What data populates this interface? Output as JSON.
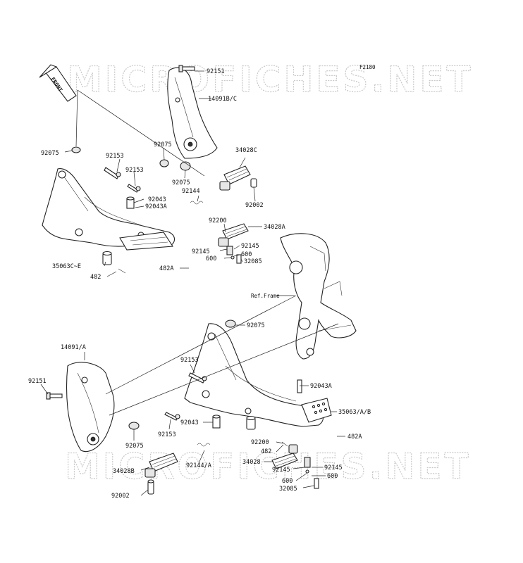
{
  "diagram_code": "F2180",
  "watermark": "MICROFICHES.NET",
  "front_arrow": "FRONT",
  "reference": "Ref.Frame",
  "labels": [
    {
      "id": "l01",
      "text": "92151"
    },
    {
      "id": "l02",
      "text": "14091B/C"
    },
    {
      "id": "l03",
      "text": "92075"
    },
    {
      "id": "l04",
      "text": "92153"
    },
    {
      "id": "l05",
      "text": "92075"
    },
    {
      "id": "l06",
      "text": "92153"
    },
    {
      "id": "l07",
      "text": "92075"
    },
    {
      "id": "l08",
      "text": "34028C"
    },
    {
      "id": "l09",
      "text": "92144"
    },
    {
      "id": "l10",
      "text": "92043"
    },
    {
      "id": "l11",
      "text": "92043A"
    },
    {
      "id": "l12",
      "text": "92002"
    },
    {
      "id": "l13",
      "text": "92200"
    },
    {
      "id": "l14",
      "text": "34028A"
    },
    {
      "id": "l15",
      "text": "92145"
    },
    {
      "id": "l16",
      "text": "92145"
    },
    {
      "id": "l17",
      "text": "600"
    },
    {
      "id": "l18",
      "text": "600"
    },
    {
      "id": "l19",
      "text": "32085"
    },
    {
      "id": "l20",
      "text": "35063C~E"
    },
    {
      "id": "l21",
      "text": "482A"
    },
    {
      "id": "l22",
      "text": "482"
    },
    {
      "id": "l23",
      "text": "92075"
    },
    {
      "id": "l24",
      "text": "14091/A"
    },
    {
      "id": "l25",
      "text": "92153"
    },
    {
      "id": "l26",
      "text": "92043A"
    },
    {
      "id": "l27",
      "text": "92151"
    },
    {
      "id": "l28",
      "text": "35063/A/B"
    },
    {
      "id": "l29",
      "text": "92043"
    },
    {
      "id": "l30",
      "text": "92153"
    },
    {
      "id": "l31",
      "text": "92075"
    },
    {
      "id": "l32",
      "text": "482A"
    },
    {
      "id": "l33",
      "text": "92200"
    },
    {
      "id": "l34",
      "text": "482"
    },
    {
      "id": "l35",
      "text": "34028"
    },
    {
      "id": "l36",
      "text": "92145"
    },
    {
      "id": "l37",
      "text": "92145"
    },
    {
      "id": "l38",
      "text": "600"
    },
    {
      "id": "l39",
      "text": "92144/A"
    },
    {
      "id": "l40",
      "text": "34028B"
    },
    {
      "id": "l41",
      "text": "600"
    },
    {
      "id": "l42",
      "text": "32085"
    },
    {
      "id": "l43",
      "text": "92002"
    }
  ]
}
